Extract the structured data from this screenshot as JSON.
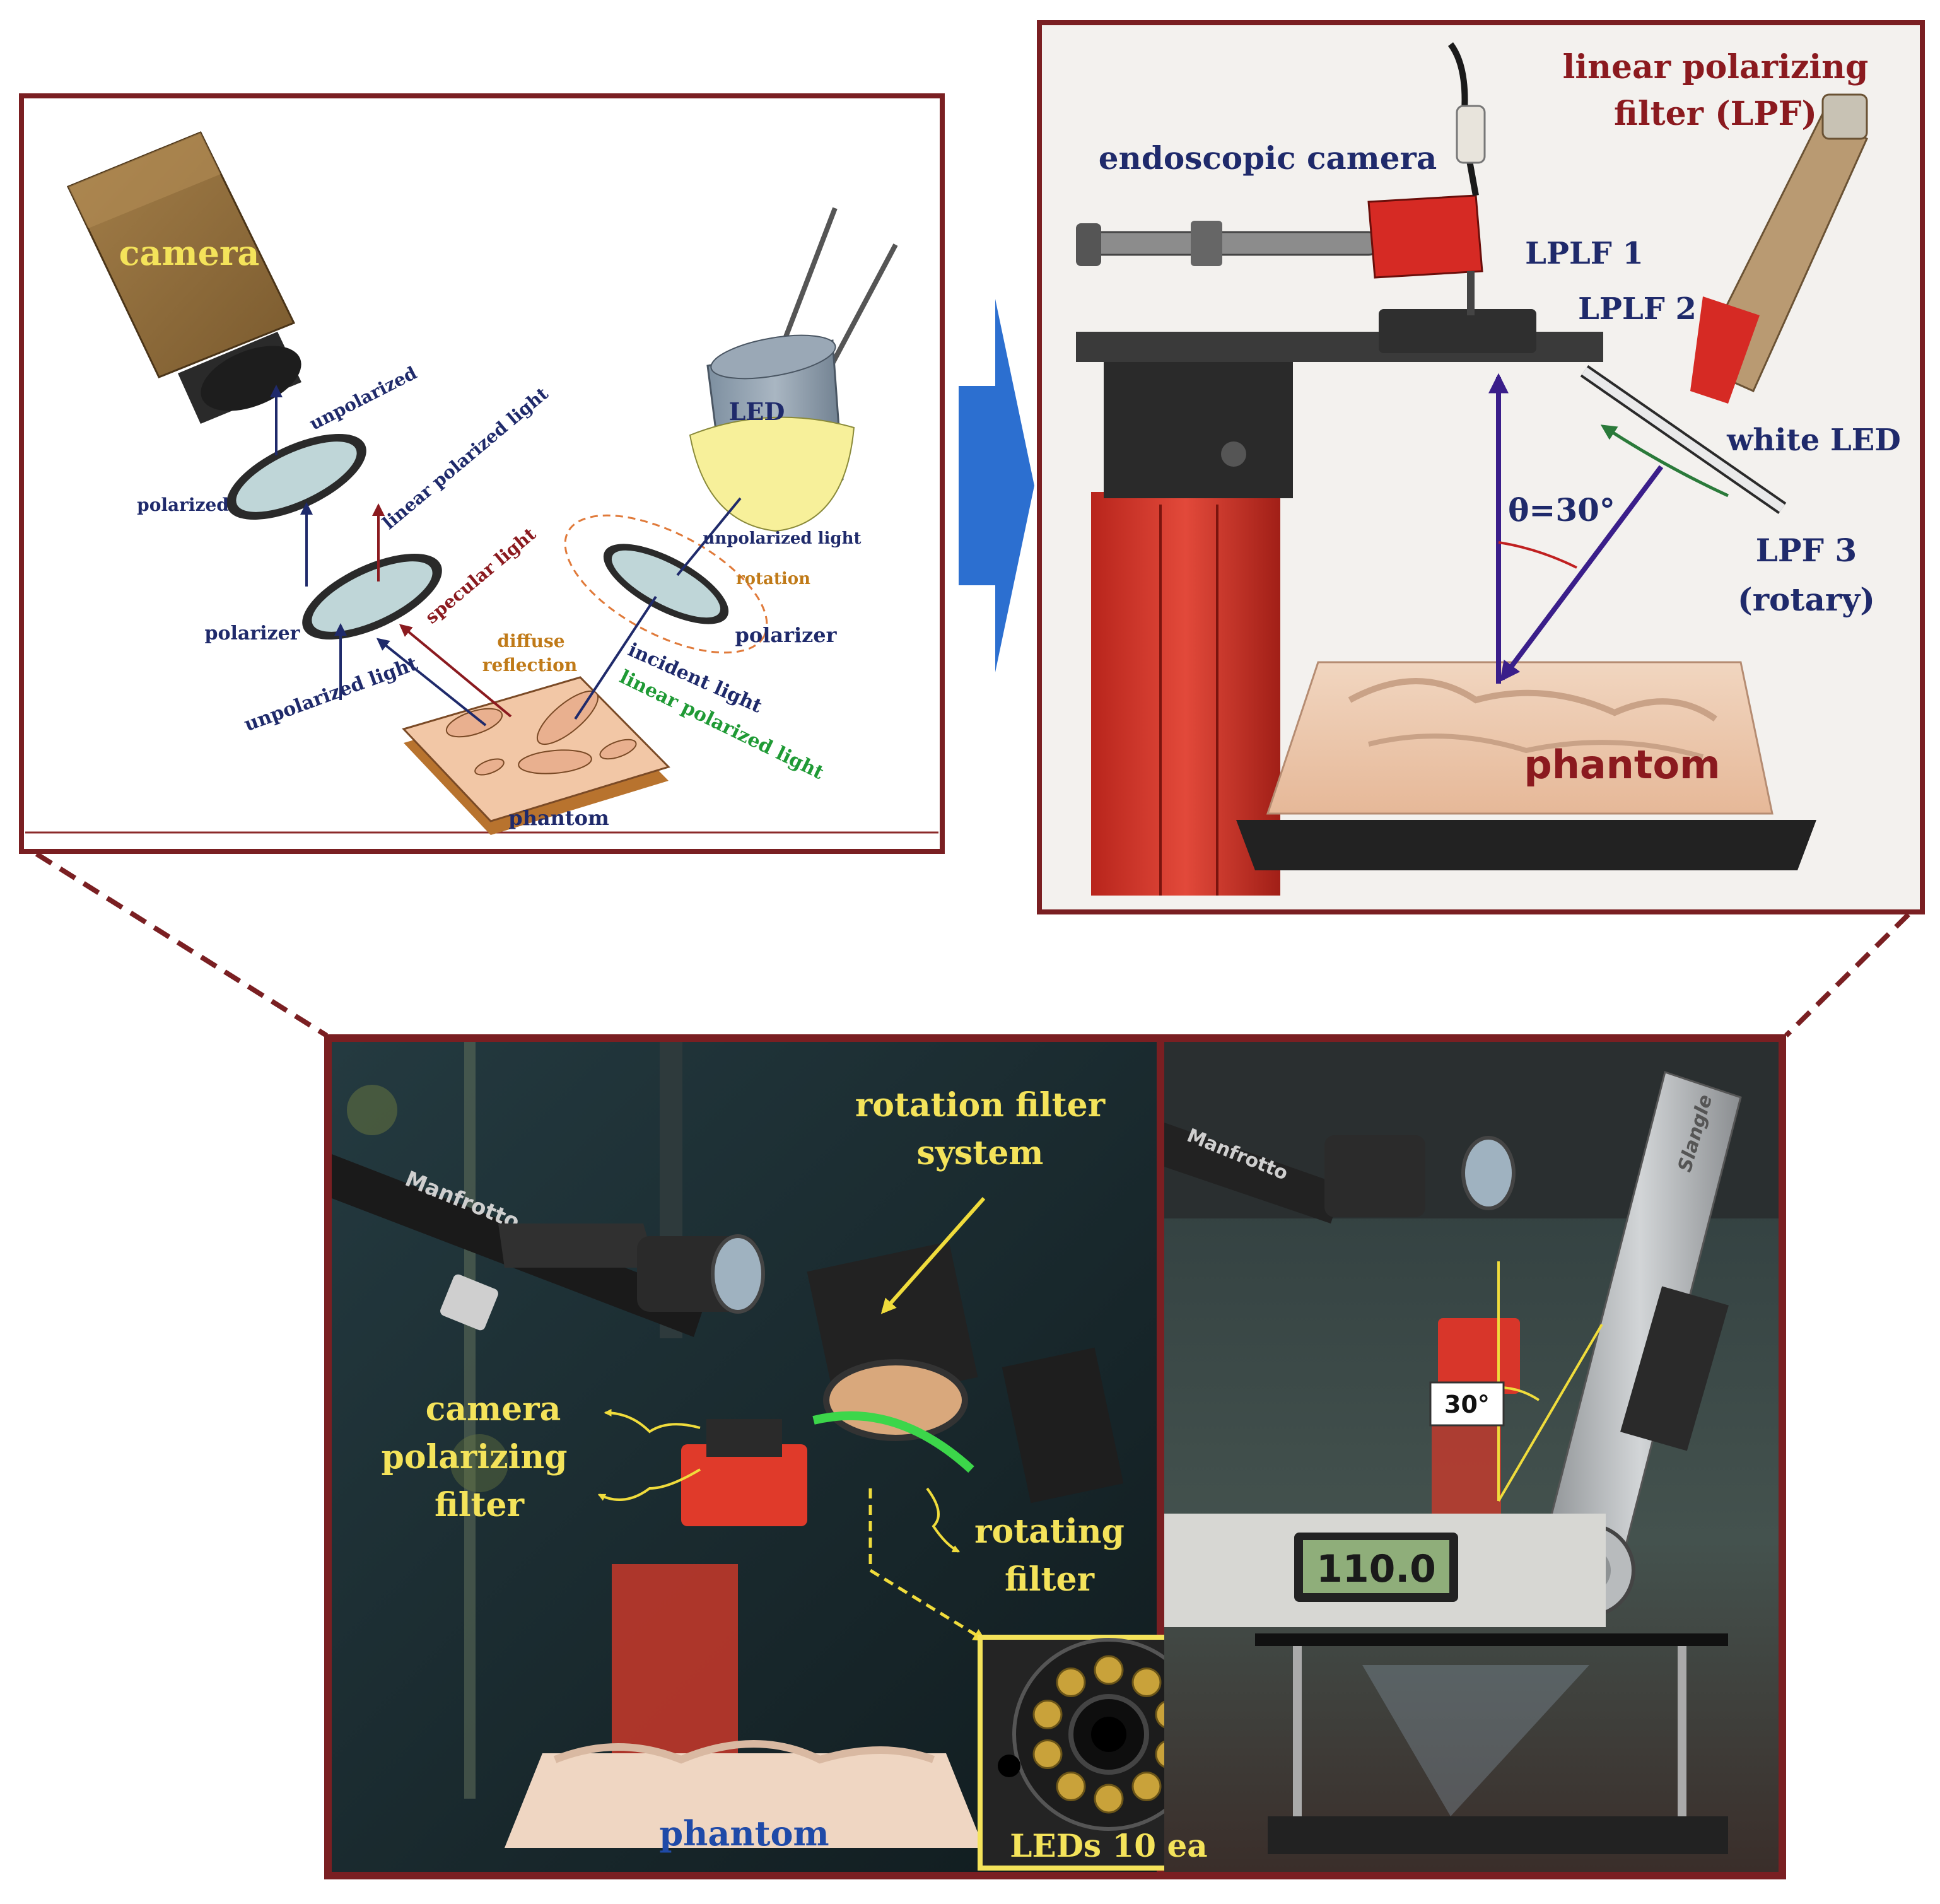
{
  "colors": {
    "frame": "#7a1f22",
    "navy_text": "#1f2a6b",
    "maroon_text": "#8b1a1f",
    "orange_text": "#c07a18",
    "green_text": "#1f9a35",
    "yellow_text": "#f4e35a",
    "blue_arrow": "#2c6fd0",
    "bg_dark": "#1a2a2e"
  },
  "schematic": {
    "camera": "camera",
    "led": "LED",
    "unpolarized_top": "unpolarized",
    "linear_polarized_light": "linear polarized light",
    "polarized": "polarized",
    "specular_light": "specular light",
    "unpolarized_light_right": "unpolarized light",
    "rotation": "rotation",
    "polarizer_left": "polarizer",
    "polarizer_right": "polarizer",
    "diffuse": "diffuse",
    "reflection": "reflection",
    "incident_light": "incident light",
    "linear_polarized_light_green": "linear polarized light",
    "unpolarized_light_left": "unpolarized light",
    "phantom": "phantom"
  },
  "setup_photo": {
    "endoscopic_camera": "endoscopic camera",
    "lpf_line1": "linear polarizing",
    "lpf_line2": "filter (LPF)",
    "lplf1": "LPLF 1",
    "lplf2": "LPLF 2",
    "white_led": "white LED",
    "theta": "θ=30°",
    "lpf3_line1": "LPF 3",
    "lpf3_line2": "(rotary)",
    "phantom": "phantom"
  },
  "bottom_photo": {
    "rotation_filter_line1": "rotation filter",
    "rotation_filter_line2": "system",
    "camera_filter_line1": "camera",
    "camera_filter_line2": "polarizing",
    "camera_filter_line3": "filter",
    "rotating_filter_line1": "rotating",
    "rotating_filter_line2": "filter",
    "phantom": "phantom",
    "leds": "LEDs 10 ea",
    "angle_label": "30°",
    "display_reading": "110.0",
    "brand_left": "Manfrotto",
    "brand_right": "Slangle"
  }
}
